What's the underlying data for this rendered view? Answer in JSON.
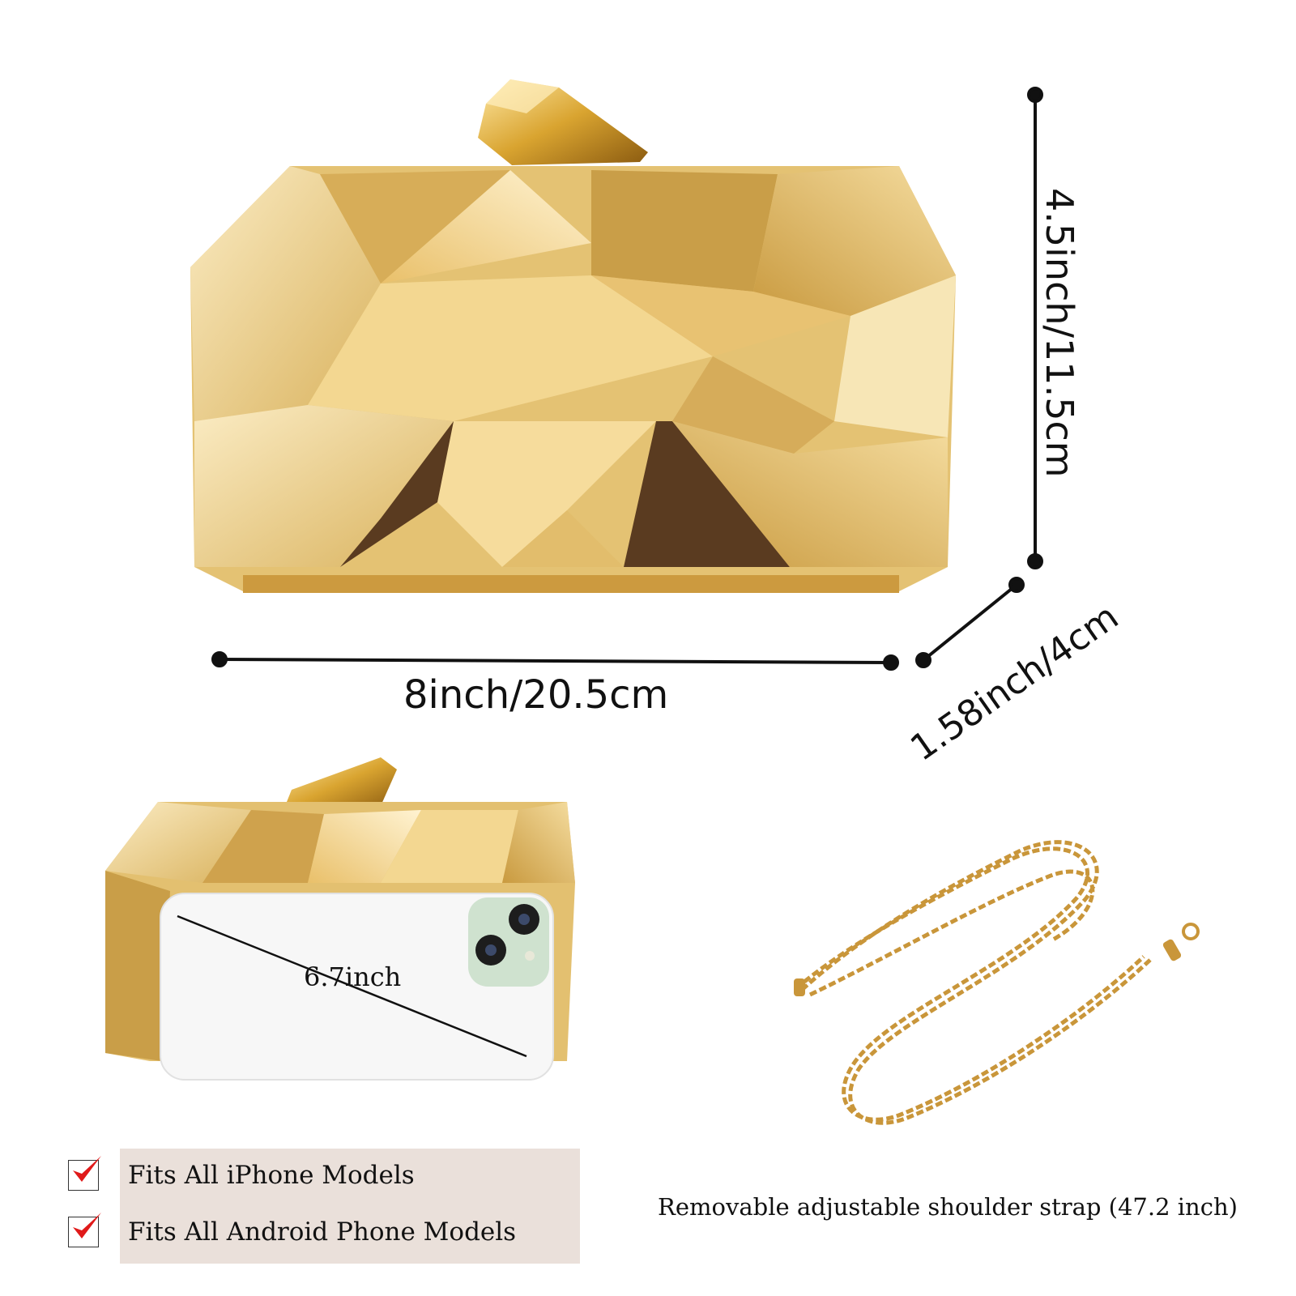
{
  "dimensions": {
    "width": "8inch/20.5cm",
    "height": "4.5inch/11.5cm",
    "depth": "1.58inch/4cm"
  },
  "phone": {
    "diagonal": "6.7inch"
  },
  "features": [
    {
      "label": "Fits All iPhone Models",
      "checked": true
    },
    {
      "label": "Fits All Android Phone Models",
      "checked": true
    }
  ],
  "strap": {
    "caption": "Removable adjustable shoulder strap (47.2 inch)"
  },
  "colors": {
    "gold": "#e8c877",
    "gold_dark": "#5a3b20",
    "check_red": "#e01a1a",
    "feature_bg": "#eae0da"
  }
}
